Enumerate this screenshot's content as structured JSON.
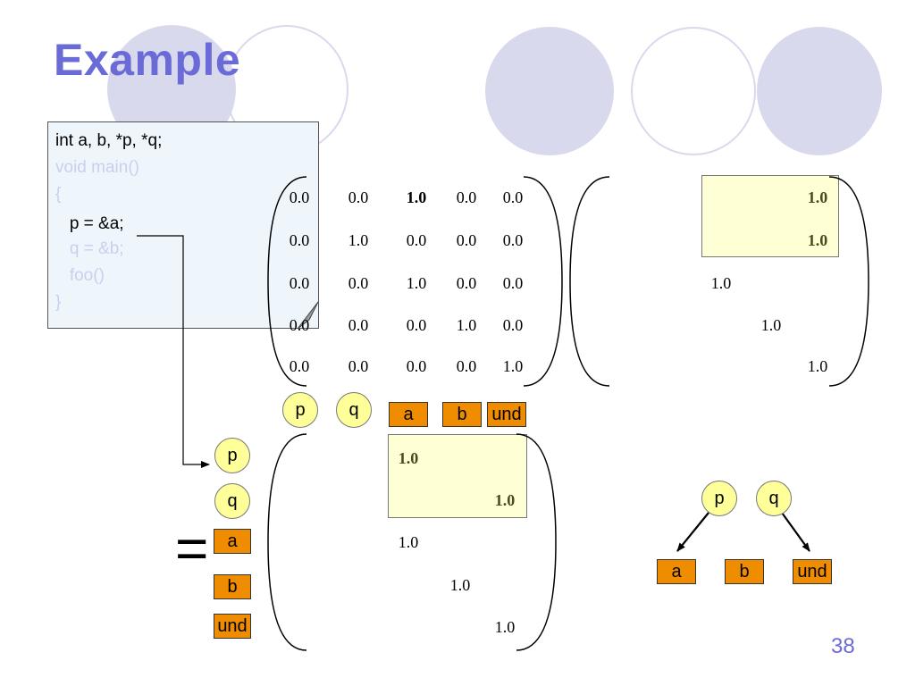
{
  "title": "Example",
  "page_number": "38",
  "code": [
    {
      "text": "int a, b, *p, *q;",
      "color": "#000000"
    },
    {
      "text": "void main()",
      "color": "#c9cfee"
    },
    {
      "text": "{",
      "color": "#c9cfee"
    },
    {
      "text": "   p = &a;",
      "color": "#000000"
    },
    {
      "text": "   q = &b;",
      "color": "#c9cfee"
    },
    {
      "text": "   foo()",
      "color": "#c9cfee"
    },
    {
      "text": "}",
      "color": "#c9cfee"
    }
  ],
  "matrix_top_left": [
    [
      "0.0",
      "0.0",
      "1.0",
      "0.0",
      "0.0"
    ],
    [
      "0.0",
      "1.0",
      "0.0",
      "0.0",
      "0.0"
    ],
    [
      "0.0",
      "0.0",
      "1.0",
      "0.0",
      "0.0"
    ],
    [
      "0.0",
      "0.0",
      "0.0",
      "1.0",
      "0.0"
    ],
    [
      "0.0",
      "0.0",
      "0.0",
      "0.0",
      "1.0"
    ]
  ],
  "matrix_top_right": [
    "1.0",
    "1.0",
    "1.0",
    "1.0",
    "1.0"
  ],
  "matrix_bottom": [
    "1.0",
    "1.0",
    "1.0",
    "1.0",
    "1.0"
  ],
  "column_labels": {
    "pointers": [
      "p",
      "q"
    ],
    "objects": [
      "a",
      "b",
      "und"
    ]
  },
  "row_labels": {
    "pointers": [
      "p",
      "q"
    ],
    "objects": [
      "a",
      "b",
      "und"
    ]
  },
  "equals_sign": "=",
  "graph": {
    "pointers": [
      "p",
      "q"
    ],
    "objects": [
      "a",
      "b",
      "und"
    ],
    "edges": [
      [
        "p",
        "a"
      ],
      [
        "q",
        "und"
      ]
    ]
  },
  "colors": {
    "title": "#6b6bd8",
    "decor": "#d9d9ee",
    "code_bg": "#eef6fc",
    "highlight": "#ffffd6",
    "pointer_fill": "#ffff99",
    "object_fill": "#f08c00"
  }
}
